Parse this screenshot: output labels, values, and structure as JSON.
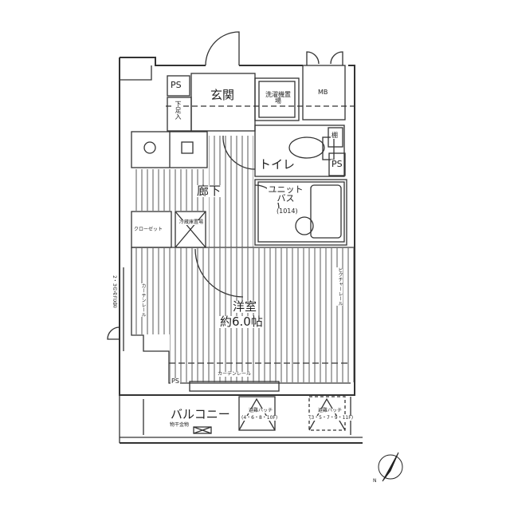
{
  "rooms": {
    "genkan": "玄関",
    "ps_top": "PS",
    "shoe_box": "下足入",
    "washer": "洗濯機置場",
    "mb": "MB",
    "shelf": "棚",
    "ps_right": "PS",
    "toilet": "トイレ",
    "unit_bath": "ユニットバス",
    "unit_bath_size": "(1014)",
    "hallway": "廊下",
    "fridge": "冷蔵庫置場",
    "closet": "クローゼット",
    "western_room": "洋室",
    "western_room_size": "約6.0帖",
    "picture_rail": "ピクチャーレール",
    "curtain_rail_side": "カーテンレール",
    "curtain_rail_bottom": "カーテンレール",
    "fix_window": "2・3のみFIX窓",
    "ps_bottom": "PS",
    "balcony": "バルコニー",
    "drying_hardware": "物干金物",
    "hatch_1": "避難ハッチ",
    "hatch_1_floors": "(4・6・8・10F)",
    "hatch_2": "避難ハッチ",
    "hatch_2_floors": "(3・5・7・9・11F)"
  },
  "compass": {
    "label": "N"
  }
}
